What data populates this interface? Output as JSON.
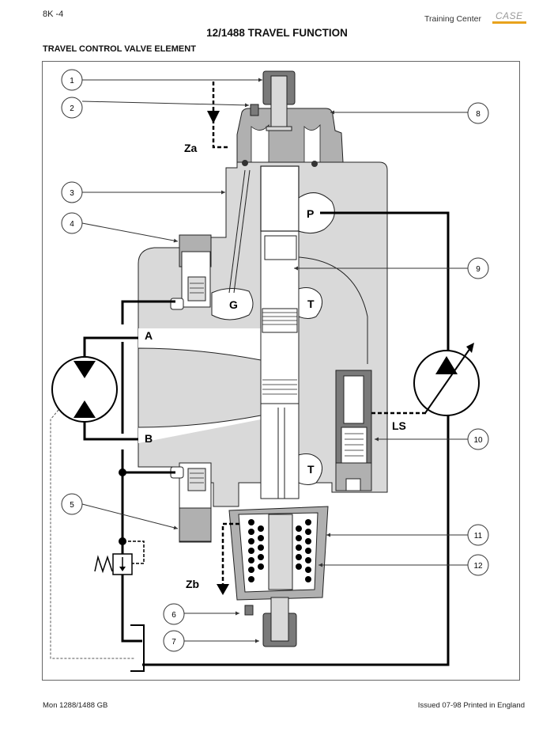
{
  "header": {
    "page_number": "8K -4",
    "brand_text": "Training Center",
    "brand_logo": "CASE",
    "title": "12/1488 TRAVEL FUNCTION",
    "subtitle": "TRAVEL CONTROL VALVE ELEMENT"
  },
  "diagram": {
    "callouts": [
      "1",
      "2",
      "3",
      "4",
      "5",
      "6",
      "7",
      "8",
      "9",
      "10",
      "11",
      "12"
    ],
    "port_labels": {
      "za": "Za",
      "zb": "Zb",
      "p": "P",
      "g": "G",
      "t_upper": "T",
      "t_lower": "T",
      "a": "A",
      "b": "B",
      "ls": "LS"
    },
    "colors": {
      "body_light": "#d9d9d9",
      "body_mid": "#b0b0b0",
      "body_dark": "#7a7a7a",
      "line": "#000000",
      "accent_logo": "#e8a21c"
    }
  },
  "footer": {
    "left": "Mon 1288/1488 GB",
    "right": "Issued 07-98  Printed in England"
  }
}
